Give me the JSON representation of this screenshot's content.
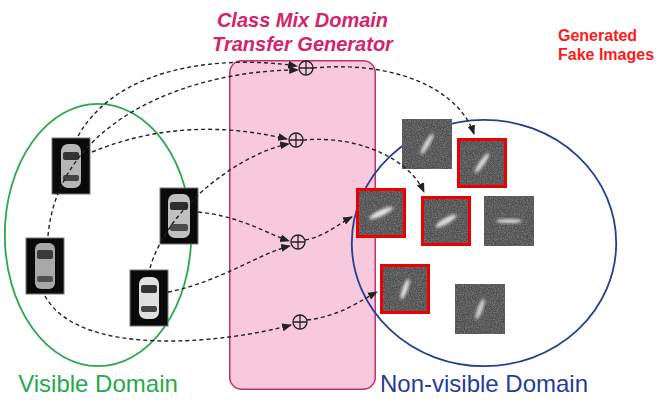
{
  "diagram": {
    "nodes": [
      {
        "text": [
          "Visible Domain"
        ]
      },
      {
        "text": [
          "Class Mix Domain Transfer Generator"
        ]
      },
      {
        "text": [
          "Non-visible Domain"
        ]
      }
    ],
    "labels": [
      "Generated Fake Images"
    ]
  }
}
